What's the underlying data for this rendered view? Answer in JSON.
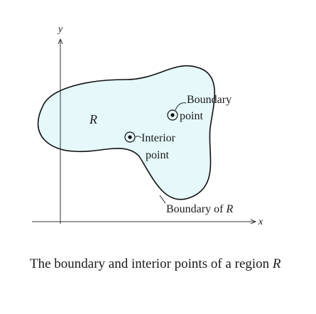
{
  "figure": {
    "axes": {
      "x_label": "x",
      "y_label": "y"
    },
    "region_label": "R",
    "callouts": {
      "boundary_point_line1": "Boundary",
      "boundary_point_line2": "point",
      "interior_point_line1": "Interior",
      "interior_point_line2": "point",
      "boundary_of_region_prefix": "Boundary of ",
      "boundary_of_region_var": "R"
    },
    "colors": {
      "region_fill": "#e6f8fa",
      "region_stroke": "#111111",
      "axis": "#333333"
    }
  },
  "caption": {
    "text": "The boundary and interior points of a region ",
    "var": "R"
  }
}
